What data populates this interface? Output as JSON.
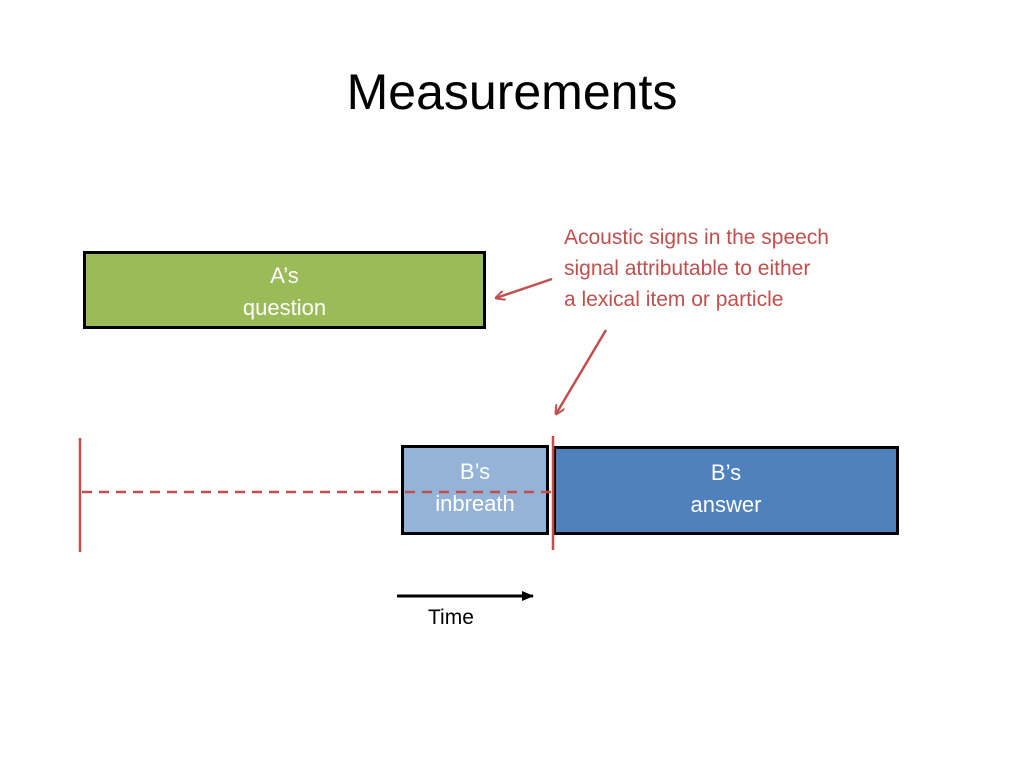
{
  "title": "Measurements",
  "boxes": {
    "question": {
      "line1": "A’s",
      "line2": "question"
    },
    "inbreath": {
      "line1": "B’s",
      "line2": "inbreath"
    },
    "answer": {
      "line1": "B’s",
      "line2": "answer"
    }
  },
  "annotation": {
    "lines": [
      "Acoustic signs in the speech",
      "signal attributable to either",
      "a lexical item or particle"
    ]
  },
  "time_label": "Time",
  "colors": {
    "question_fill": "#9bbb59",
    "inbreath_fill": "#95b3d7",
    "answer_fill": "#4f81bd",
    "annotation": "#c0504d",
    "marker_line": "#c0504d",
    "time_arrow": "#000000"
  }
}
